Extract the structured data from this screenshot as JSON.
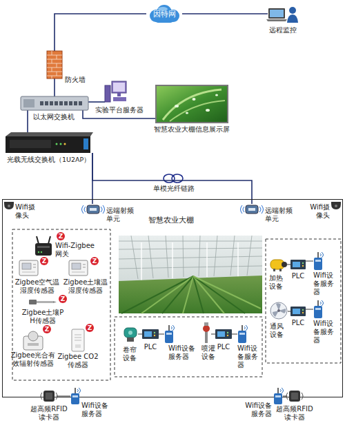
{
  "diagram": {
    "nodes": [
      {
        "text": [
          "因特网"
        ]
      },
      {
        "text": [
          "远程监控"
        ]
      },
      {
        "text": [
          "防火墙"
        ]
      },
      {
        "text": [
          "以太网交换机"
        ]
      },
      {
        "text": [
          "实验平台服务器"
        ]
      },
      {
        "text": [
          "智慧农业大棚信息展示屏"
        ]
      },
      {
        "text": [
          "光载无线交换机（1U2AP）"
        ]
      },
      {
        "text": [
          "智慧农业大棚"
        ]
      },
      {
        "text": [
          "Wifi摄像头"
        ],
        "in": 7
      },
      {
        "text": [
          "Wifi摄像头"
        ],
        "in": 7
      },
      {
        "text": [
          "远端射频单元"
        ],
        "in": 7
      },
      {
        "text": [
          "远端射频单元"
        ],
        "in": 7
      },
      {
        "text": [
          "Wifi-Zigbee网关"
        ],
        "in": 7
      },
      {
        "text": [
          "Zigbee空气温湿度传感器"
        ],
        "in": 7
      },
      {
        "text": [
          "Zigbee土壤温湿度传感器"
        ],
        "in": 7
      },
      {
        "text": [
          "Zigbee土壤PH传感器"
        ],
        "in": 7
      },
      {
        "text": [
          "Zigbee光合有效辐射传感器"
        ],
        "in": 7
      },
      {
        "text": [
          "Zigbee CO2传感器"
        ],
        "in": 7
      },
      {
        "text": [
          "加热设备"
        ],
        "in": 7
      },
      {
        "text": [
          "PLC"
        ],
        "in": 7
      },
      {
        "text": [
          "Wifi设备服务器"
        ],
        "in": 7
      },
      {
        "text": [
          "通风设备"
        ],
        "in": 7
      },
      {
        "text": [
          "PLC"
        ],
        "in": 7
      },
      {
        "text": [
          "Wifi设备服务器"
        ],
        "in": 7
      },
      {
        "text": [
          "卷帘设备"
        ],
        "in": 7
      },
      {
        "text": [
          "PLC"
        ],
        "in": 7
      },
      {
        "text": [
          "Wifi设备服务器"
        ],
        "in": 7
      },
      {
        "text": [
          "喷灌设备"
        ],
        "in": 7
      },
      {
        "text": [
          "PLC"
        ],
        "in": 7
      },
      {
        "text": [
          "Wifi设备服务器"
        ],
        "in": 7
      },
      {
        "text": [
          "超高频RFID读卡器"
        ]
      },
      {
        "text": [
          "Wifi设备服务器"
        ]
      },
      {
        "text": [
          "Wifi设备服务器"
        ]
      },
      {
        "text": [
          "超高频RFID读卡器"
        ]
      }
    ],
    "edges": [
      {
        "from": 0,
        "to": 1,
        "arrow": "none"
      },
      {
        "from": 0,
        "to": 2,
        "arrow": "none"
      },
      {
        "from": 2,
        "to": 3,
        "arrow": "none"
      },
      {
        "from": 3,
        "to": 4,
        "arrow": "none"
      },
      {
        "from": 3,
        "to": 5,
        "arrow": "none"
      },
      {
        "from": 3,
        "to": 6,
        "arrow": "none"
      },
      {
        "from": 6,
        "to": 10,
        "arrow": "none"
      },
      {
        "from": 6,
        "to": 11,
        "label": "单模光纤链路",
        "arrow": "none"
      },
      {
        "from": 18,
        "to": 19,
        "arrow": "none"
      },
      {
        "from": 19,
        "to": 20,
        "arrow": "none"
      },
      {
        "from": 21,
        "to": 22,
        "arrow": "none"
      },
      {
        "from": 22,
        "to": 23,
        "arrow": "none"
      },
      {
        "from": 24,
        "to": 25,
        "arrow": "none"
      },
      {
        "from": 25,
        "to": 26,
        "arrow": "none"
      },
      {
        "from": 27,
        "to": 28,
        "arrow": "none"
      },
      {
        "from": 28,
        "to": 29,
        "arrow": "none"
      },
      {
        "from": 30,
        "to": 31,
        "arrow": "none"
      },
      {
        "from": 32,
        "to": 33,
        "arrow": "none"
      }
    ],
    "labels": [
      "Z",
      "Z",
      "Z",
      "Z",
      "Z",
      "Z"
    ]
  }
}
